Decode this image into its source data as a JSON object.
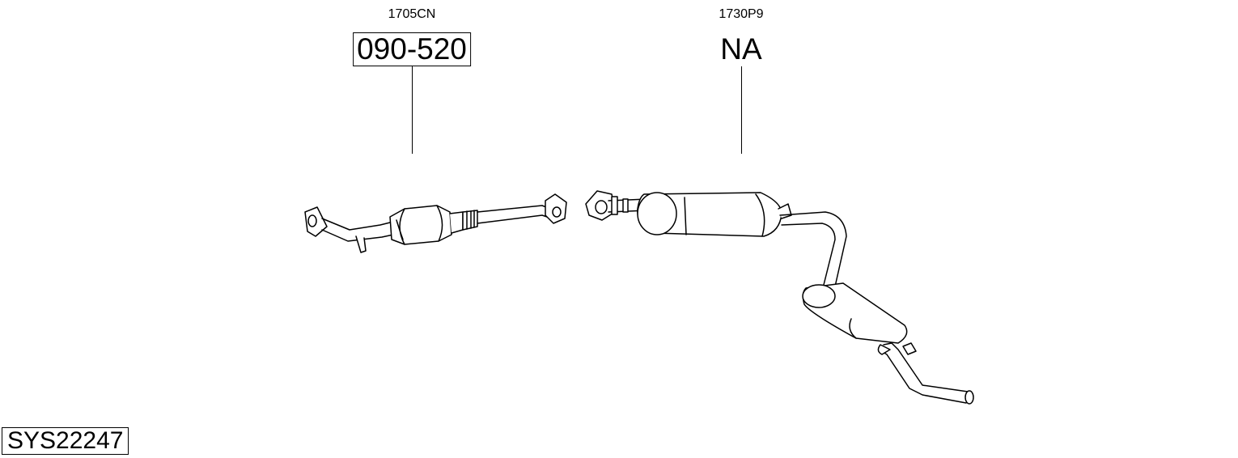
{
  "parts": [
    {
      "ref": "1705CN",
      "part_number": "090-520",
      "boxed": true
    },
    {
      "ref": "1730P9",
      "part_number": "NA",
      "boxed": false
    }
  ],
  "system_id": "SYS22247",
  "colors": {
    "line": "#000000",
    "background": "#ffffff"
  }
}
